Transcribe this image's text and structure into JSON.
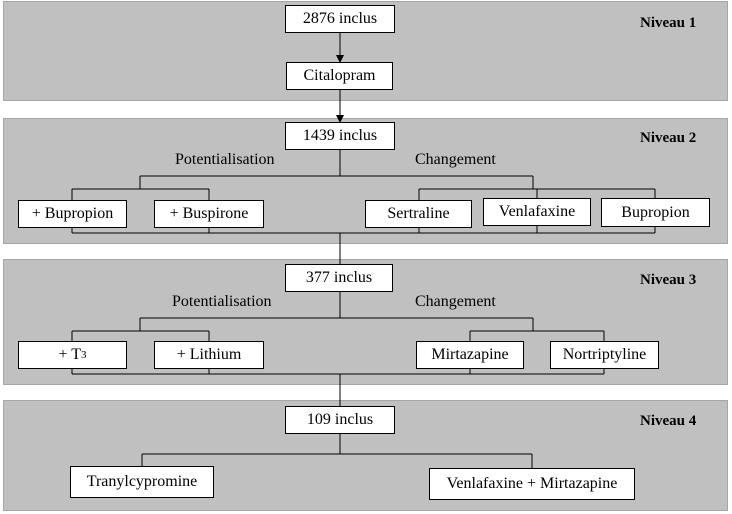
{
  "levels": [
    {
      "name": "Niveau 1",
      "included": "2876 inclus",
      "treatments": [
        "Citalopram"
      ]
    },
    {
      "name": "Niveau  2",
      "included": "1439 inclus",
      "augmentation_label": "Potentialisation",
      "switch_label": "Changement",
      "augmentation": [
        "+ Bupropion",
        "+ Buspirone"
      ],
      "switch": [
        "Sertraline",
        "Venlafaxine",
        "Bupropion"
      ]
    },
    {
      "name": "Niveau  3",
      "included": "377 inclus",
      "augmentation_label": "Potentialisation",
      "switch_label": "Changement",
      "augmentation_t3_prefix": "+ T",
      "augmentation_t3_sub": "3",
      "augmentation": [
        "+ Lithium"
      ],
      "switch": [
        "Mirtazapine",
        "Nortriptyline"
      ]
    },
    {
      "name": "Niveau  4",
      "included": "109 inclus",
      "switch": [
        "Tranylcypromine",
        "Venlafaxine + Mirtazapine"
      ]
    }
  ]
}
